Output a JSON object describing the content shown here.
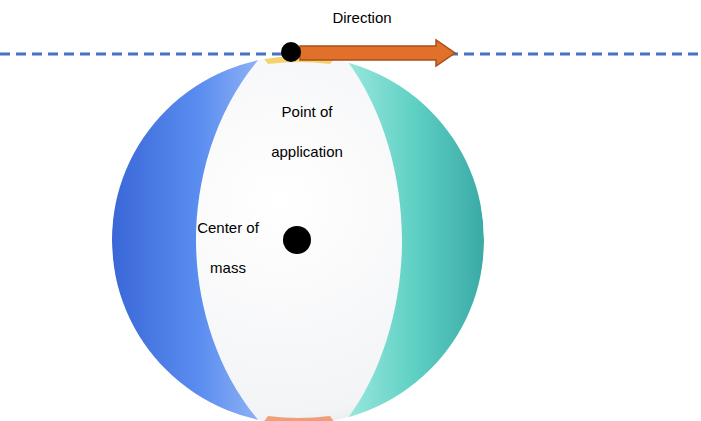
{
  "diagram": {
    "labels": [
      "Direction",
      "Point of application",
      "Center of mass"
    ]
  }
}
